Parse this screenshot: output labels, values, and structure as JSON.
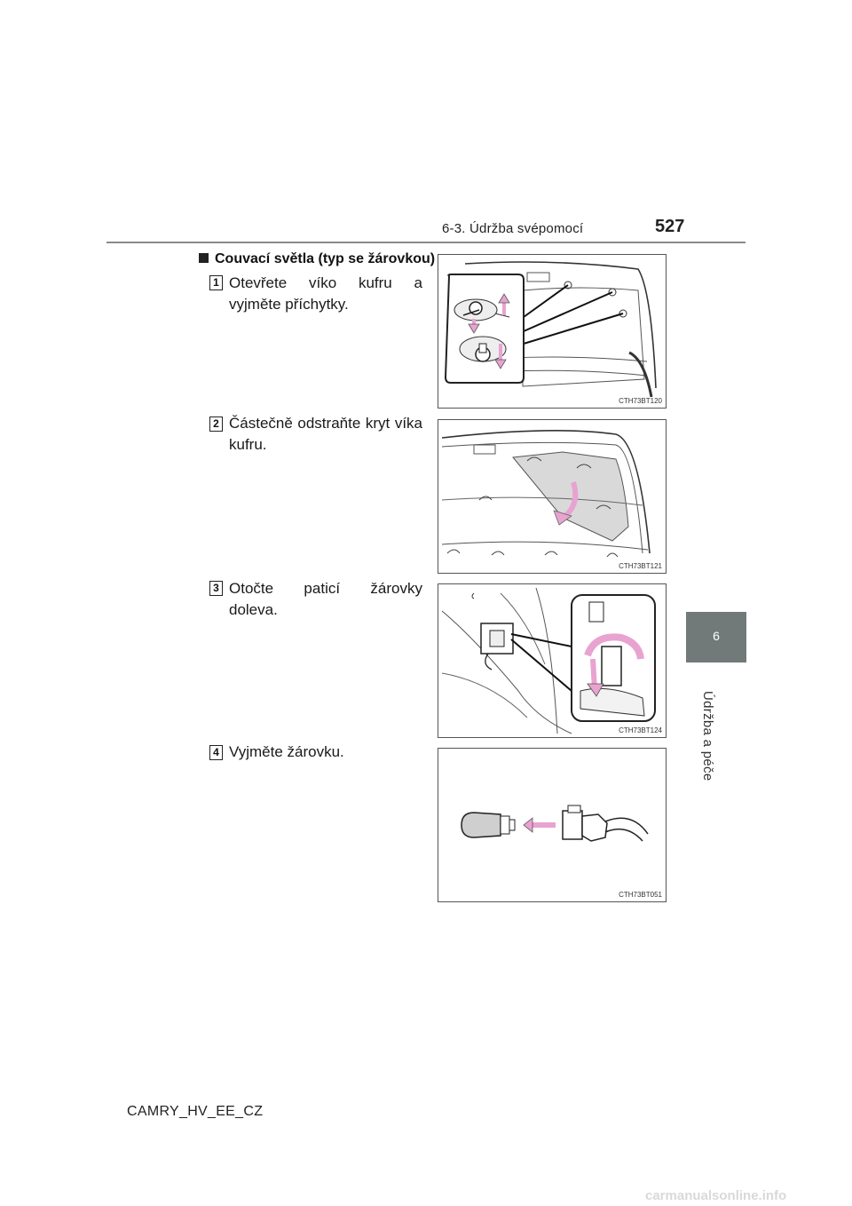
{
  "header": {
    "section": "6-3. Údržba svépomocí",
    "page_number": "527"
  },
  "side_tab": {
    "number": "6",
    "caption": "Údržba a péče"
  },
  "section_title": "Couvací světla (typ se žárovkou)",
  "steps": [
    {
      "number": "1",
      "text": "Otevřete víko kufru a vyjměte příchytky.",
      "figure_code": "CTH73BT120",
      "figure_icon": "trunk-lid-clips-illustration"
    },
    {
      "number": "2",
      "text": "Částečně odstraňte kryt víka kufru.",
      "figure_code": "CTH73BT121",
      "figure_icon": "trunk-lid-cover-illustration"
    },
    {
      "number": "3",
      "text": "Otočte paticí žárovky doleva.",
      "figure_code": "CTH73BT124",
      "figure_icon": "bulb-base-rotate-illustration"
    },
    {
      "number": "4",
      "text": "Vyjměte žárovku.",
      "figure_code": "CTH73BT051",
      "figure_icon": "bulb-removal-illustration"
    }
  ],
  "colors": {
    "arrow_pink": "#e8a3d0",
    "cover_gray": "#d9d9d9",
    "tab_gray": "#717a79"
  },
  "footer": "CAMRY_HV_EE_CZ",
  "watermark": "carmanualsonline.info"
}
